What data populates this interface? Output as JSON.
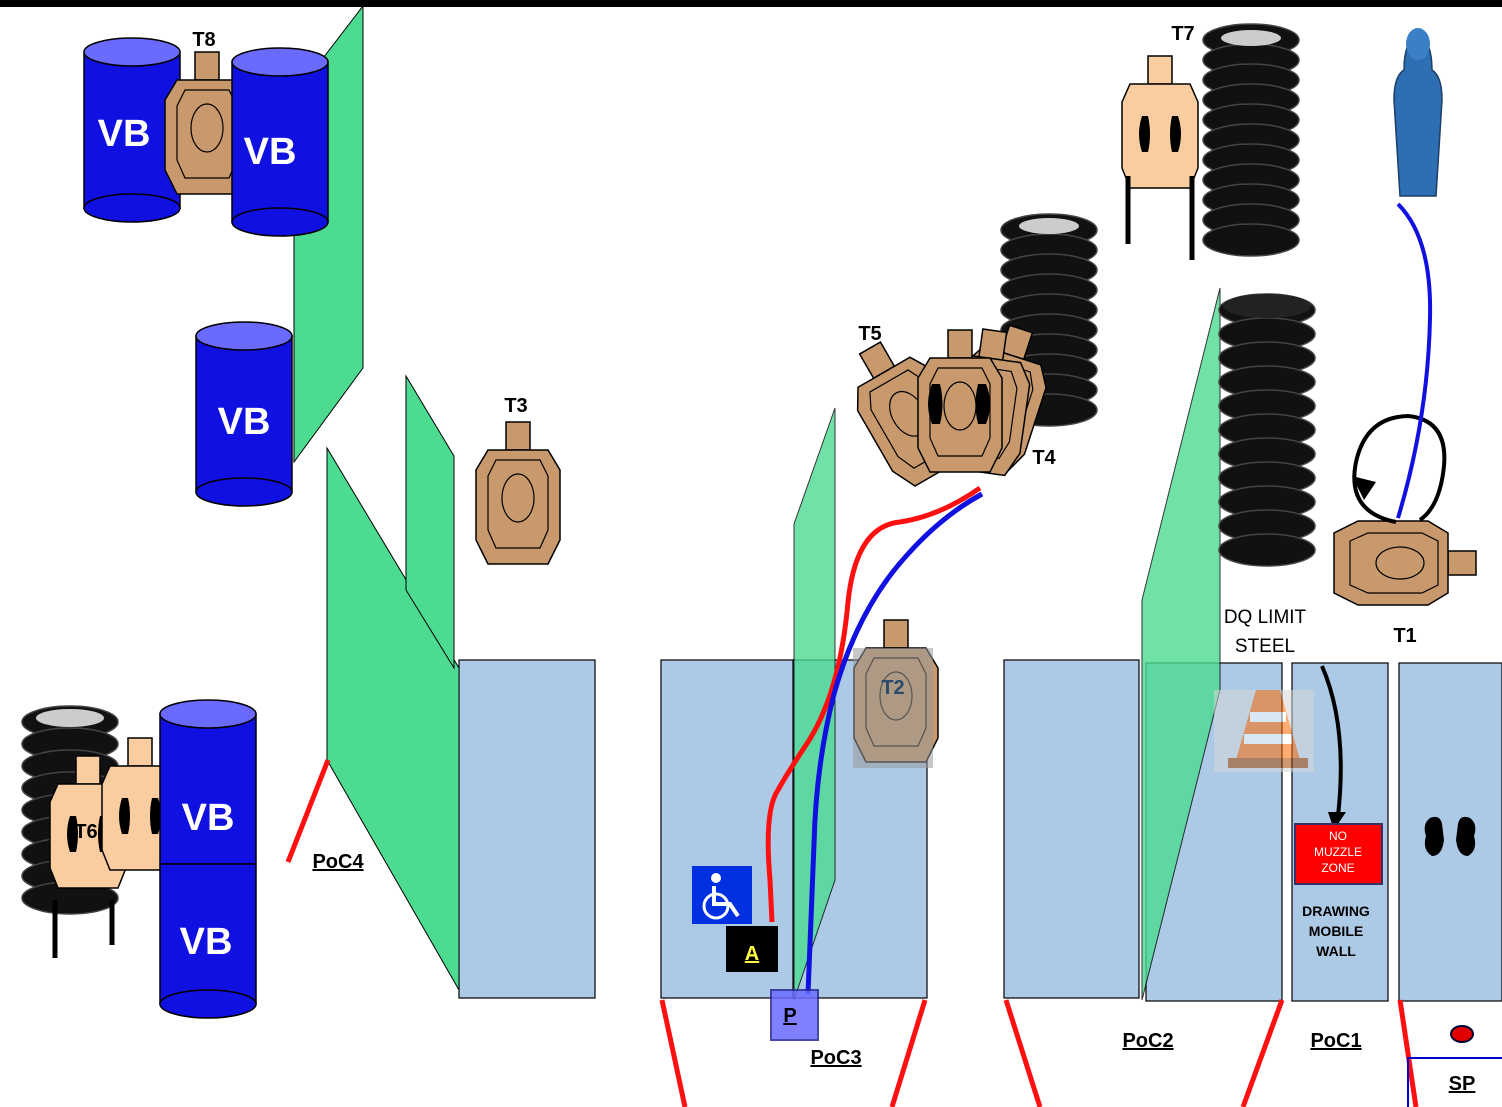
{
  "targets": {
    "t1": "T1",
    "t2": "T2",
    "t3": "T3",
    "t4": "T4",
    "t5": "T5",
    "t6": "T6",
    "t7": "T7",
    "t8": "T8"
  },
  "barrels": {
    "vb_top_left": "VB",
    "vb_top_right": "VB",
    "vb_mid": "VB",
    "vb_low_upper": "VB",
    "vb_low_lower": "VB"
  },
  "poc": {
    "poc1": "PoC1",
    "poc2": "PoC2",
    "poc3": "PoC3",
    "poc4": "PoC4"
  },
  "labels": {
    "dq_limit_line1": "DQ LIMIT",
    "dq_limit_line2": "STEEL",
    "no_muzzle_line1": "NO",
    "no_muzzle_line2": "MUZZLE",
    "no_muzzle_line3": "ZONE",
    "drawing_line1": "DRAWING",
    "drawing_line2": "MOBILE",
    "drawing_line3": "WALL",
    "start_position": "SP",
    "marker_a": "A",
    "marker_p": "P"
  },
  "icons": [
    "wheelchair-icon",
    "traffic-cone-icon",
    "hands-icon",
    "steel-popper-icon"
  ],
  "colors": {
    "barrel": "#1010e0",
    "wall": "#4ddb92",
    "panel": "#acc9e6",
    "target": "#c8996c",
    "no_shoot": "#f9cda0",
    "fault_line": "#ff1010",
    "path_red": "#ff1010",
    "path_blue": "#1010e0",
    "no_muzzle_zone": "#ff0000"
  }
}
